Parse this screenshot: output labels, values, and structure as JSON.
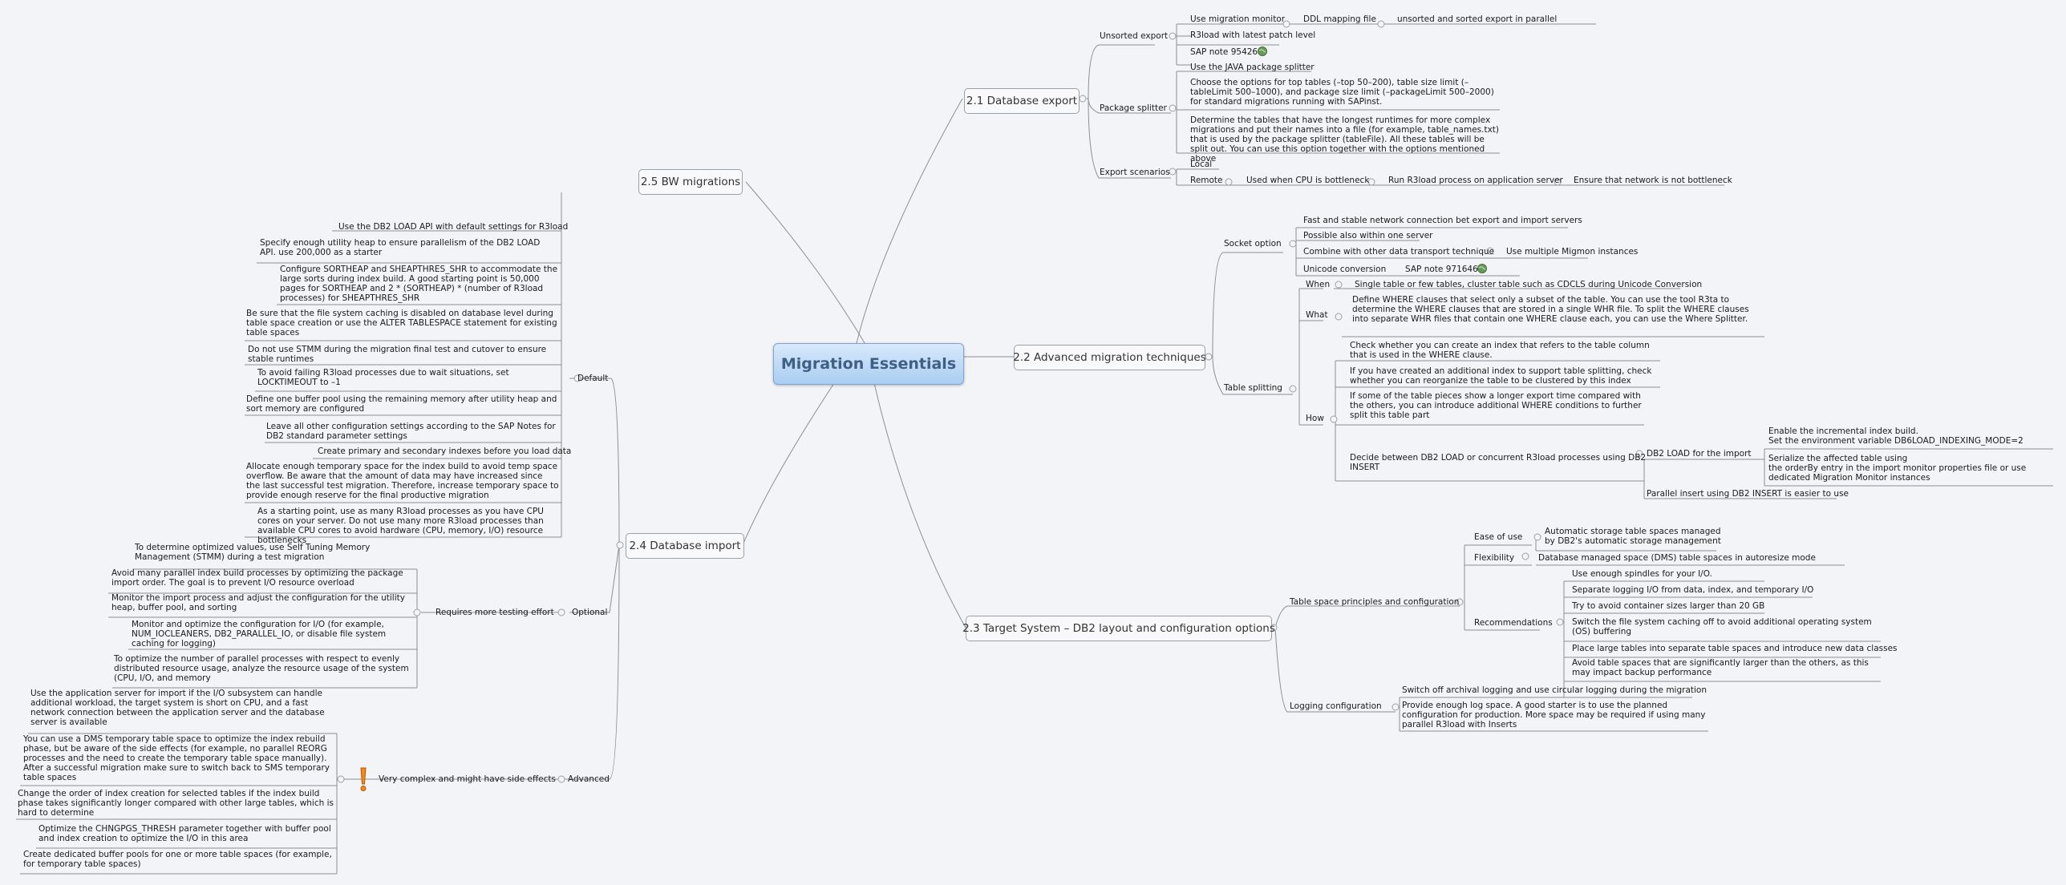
{
  "center": "Migration Essentials",
  "branches": {
    "export": "2.1 Database export",
    "advanced": "2.2 Advanced migration techniques",
    "target": "2.3 Target System – DB2 layout and configuration options",
    "import": "2.4 Database import",
    "bw": "2.5 BW migrations"
  },
  "export": {
    "unsorted": "Unsorted export",
    "use_monitor": "Use migration monitor",
    "ddl_mapping": "DDL mapping file",
    "unsorted_parallel": "unsorted and sorted export in parallel",
    "r3load_patch": "R3load with latest patch level",
    "sap_note": "SAP note 954268",
    "package_splitter": "Package splitter",
    "java_splitter": "Use the JAVA package splitter",
    "choose_options": "Choose the options for top tables (–top 50–200), table size limit (–tableLimit 500–1000), and package size limit (–packageLimit 500–2000) for standard migrations running with SAPinst.",
    "determine_tables": "Determine the tables that have the longest runtimes for more complex migrations and put their names into a file (for example, table_names.txt) that is used by the package splitter (tableFile). All these tables will be split out. You can use this option together with the options mentioned above",
    "export_scenarios": "Export scenarios",
    "local": "Local",
    "remote": "Remote",
    "cpu_bottleneck": "Used when CPU is bottleneck",
    "run_r3load_app": "Run R3load process on application server",
    "network_not_bottleneck": "Ensure that network is not bottleneck"
  },
  "advanced": {
    "socket_option": "Socket option",
    "fast_network": "Fast and stable network connection bet export and import servers",
    "possible_one_server": "Possible also within one server",
    "combine_transport": "Combine with other data transport technique",
    "multiple_migmon": "Use multiple Migmon instances",
    "unicode_conversion": "Unicode conversion",
    "sap_note": "SAP note 971646",
    "table_splitting": "Table splitting",
    "when": "When",
    "when_text": "Single table or few tables, cluster table such as CDCLS during Unicode Conversion",
    "what": "What",
    "what_text": "Define WHERE clauses that select only a subset of the table. You can use the tool R3ta to determine the WHERE clauses that are stored in a single WHR file. To split the WHERE clauses into separate WHR files that contain one WHERE clause each, you can use the Where Splitter.",
    "how": "How",
    "how_check_index": "Check whether you can create an index that refers to the table column that is used in the WHERE clause.",
    "how_additional_index": "If you have created an additional index to support table splitting, check whether you can reorganize the table to be clustered by this index",
    "how_longer_export": "If some of the table pieces show a longer export time compared with the others, you can introduce additional WHERE conditions to further split this table part",
    "how_decide": "Decide between DB2 LOAD or concurrent R3load processes using DB2 INSERT",
    "db2_load_import": "DB2 LOAD for the import",
    "enable_incremental": "Enable the incremental index build.\nSet the environment variable DB6LOAD_INDEXING_MODE=2",
    "serialize_table": "Serialize the affected table using\nthe orderBy entry in the import monitor properties file or use dedicated Migration Monitor instances",
    "parallel_insert": "Parallel insert using DB2 INSERT is easier to use"
  },
  "target": {
    "tablespace": "Table space principles and configuration",
    "ease_of_use": "Ease of use",
    "automatic_storage": "Automatic storage table spaces managed\nby DB2's automatic storage management",
    "flexibility": "Flexibility",
    "dms_autoresize": "Database managed space (DMS) table spaces in autoresize mode",
    "recommendations": "Recommendations",
    "rec_spindles": "Use enough spindles for your I/O.",
    "rec_separate_logging": "Separate logging I/O from data, index, and temporary I/O",
    "rec_container_sizes": "Try to avoid container sizes larger than 20 GB",
    "rec_fs_caching": "Switch the file system caching off to avoid additional operating system (OS) buffering",
    "rec_large_tables": "Place large tables into separate table spaces and introduce new data classes",
    "rec_avoid_large": "Avoid table spaces that are significantly larger than the others, as this may impact backup performance",
    "logging": "Logging configuration",
    "log_circular": "Switch off archival logging and use circular logging during the migration",
    "log_space": "Provide enough log space. A good starter is to use the planned configuration for production. More space may be required if using many parallel R3load with Inserts"
  },
  "import": {
    "default": "Default",
    "d_load_api": "Use the DB2 LOAD API with default settings for R3load",
    "d_utility_heap": "Specify enough utility heap to ensure parallelism of the DB2 LOAD API. use 200,000 as a starter",
    "d_sortheap": "Configure SORTHEAP and SHEAPTHRES_SHR to accommodate the large sorts during index build. A good starting point is 50,000 pages for SORTHEAP and 2 * (SORTHEAP) * (number of R3load processes) for SHEAPTHRES_SHR",
    "d_fs_caching": "Be sure that the file system caching is disabled on database level during table space creation or use the ALTER TABLESPACE statement for existing table spaces",
    "d_stmm": "Do not use STMM during the migration final test and cutover to ensure stable runtimes",
    "d_locktimeout": "To avoid failing R3load processes due to wait situations, set LOCKTIMEOUT to –1",
    "d_buffer_pool": "Define one buffer pool using the remaining memory after utility heap and sort memory are configured",
    "d_other_config": "Leave all other configuration settings according to the SAP Notes for DB2 standard parameter settings",
    "d_primary_indexes": "Create primary and secondary indexes before you load data",
    "d_temp_space": "Allocate enough temporary space for the index build to avoid temp space overflow. Be aware that the amount of data may have increased since the last successful test migration. Therefore, increase temporary space to provide enough reserve for the final productive migration",
    "d_r3load_procs": "As a starting point, use as many R3load processes as you have CPU cores on your server. Do not use many more R3load processes than available CPU cores to avoid hardware (CPU, memory, I/O) resource bottlenecks",
    "optional": "Optional",
    "more_testing": "Requires more testing effort",
    "o_stmm": "To determine optimized values, use Self Tuning Memory Management (STMM) during a test migration",
    "o_parallel_index": "Avoid many parallel index build processes by optimizing the package import order. The goal is to prevent I/O resource overload",
    "o_monitor_import": "Monitor the import process and adjust the configuration for the utility heap, buffer pool, and sorting",
    "o_io_config": "Monitor and optimize the configuration for I/O (for example, NUM_IOCLEANERS, DB2_PARALLEL_IO, or disable file system caching for logging)",
    "o_parallel_procs": "To optimize the number of parallel processes with respect to evenly distributed resource usage, analyze the resource usage of the system (CPU, I/O, and memory",
    "advanced": "Advanced",
    "very_complex": "Very complex and might have side effects",
    "a_app_server": "Use the application server for import if the I/O subsystem can handle additional workload, the target system is short on CPU, and a fast network connection between the application server and the database server is available",
    "a_dms_temp": "You can use a DMS temporary table space to optimize the index rebuild phase, but be aware of the side effects (for example, no parallel REORG processes and the need to create the temporary table space manually). After a successful migration make sure to switch back to SMS temporary table spaces",
    "a_index_order": "Change the order of index creation for selected tables if the index build phase takes significantly longer compared with other large tables, which is hard to determine",
    "a_chngpgs": "Optimize the CHNGPGS_THRESH parameter together with buffer pool and index creation to optimize the I/O in this area",
    "a_dedicated_pools": "Create dedicated buffer pools for one or more table spaces (for example, for temporary table spaces)"
  },
  "colors": {
    "center_fill": "#a9cdf1",
    "center_text": "#3e5f86",
    "line": "#8a8f96",
    "background": "#f3f4f8"
  }
}
